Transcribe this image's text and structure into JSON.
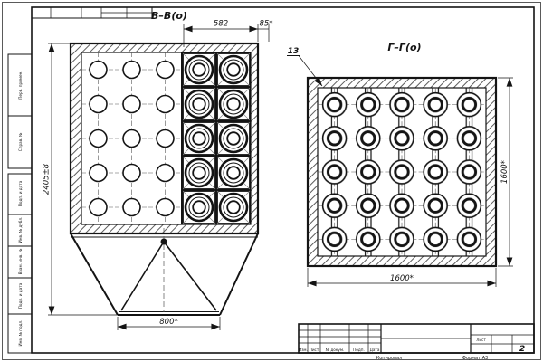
{
  "views": {
    "left": {
      "label": "В–В(о)"
    },
    "right": {
      "label": "Г–Г(о)",
      "callout": "13"
    }
  },
  "dims": {
    "top_main": "582",
    "top_small": "85*",
    "height": "2405±8",
    "hopper": "800*",
    "plate_w": "1600*",
    "plate_h": "1600*"
  },
  "margin_labels": {
    "perv": "Перв. примен.",
    "sprav": "Справ. №",
    "podp1": "Подп. и дата",
    "inv_dubl": "Инв. № дубл.",
    "vzam": "Взам. инв. №",
    "podp2": "Подп. и дата",
    "inv_podl": "Инв. № подл."
  },
  "title_block": {
    "col_izm": "Изм.",
    "col_list": "Лист",
    "col_doc": "№ докум.",
    "col_podp": "Подп.",
    "col_data": "Дата",
    "sheet_label": "Лист",
    "sheet_number": "2",
    "copy": "Копировал",
    "format": "Формат A3"
  }
}
